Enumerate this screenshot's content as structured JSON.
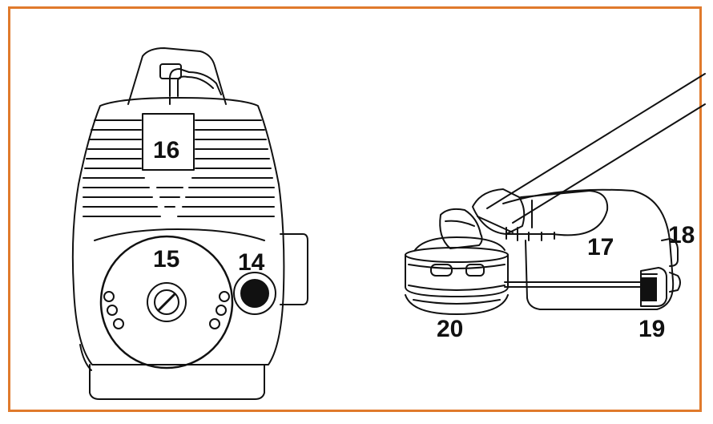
{
  "colors": {
    "frame": "#e07a2c",
    "ink": "#111111",
    "paper": "#ffffff"
  },
  "callouts": {
    "c14": "14",
    "c15": "15",
    "c16": "16",
    "c17": "17",
    "c18": "18",
    "c19": "19",
    "c20": "20"
  }
}
